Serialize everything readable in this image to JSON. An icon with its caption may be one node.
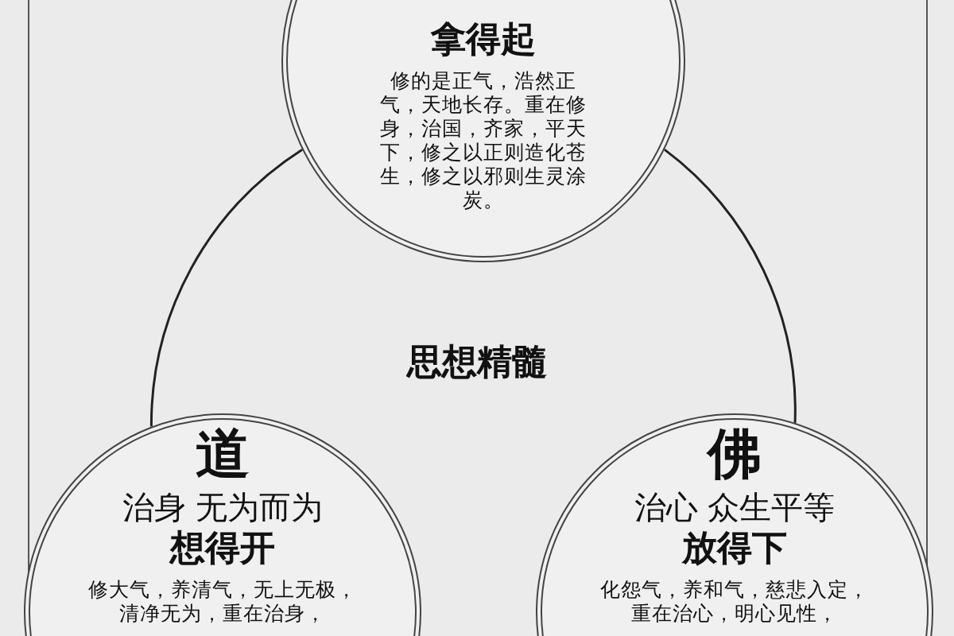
{
  "diagram": {
    "nodes": [
      {
        "text": [
          "拿得起",
          "修的是正气，浩然正气，天地长存。重在修身，治国，齐家，平天下，修之以正则造化苍生，修之以邪则生灵涂炭。"
        ]
      },
      {
        "text": [
          "道",
          "治身 无为而为",
          "想得开",
          "修大气，养清气，无上无极，清净无为，重在治身，"
        ]
      },
      {
        "text": [
          "佛",
          "治心 众生平等",
          "放得下",
          "化怨气，养和气，慈悲入定，重在治心，明心见性，"
        ]
      }
    ],
    "edges": [
      {
        "from": 0,
        "to": 1,
        "arrow": "none"
      },
      {
        "from": 0,
        "to": 2,
        "arrow": "none"
      }
    ],
    "labels": [
      "思想精髓"
    ]
  }
}
